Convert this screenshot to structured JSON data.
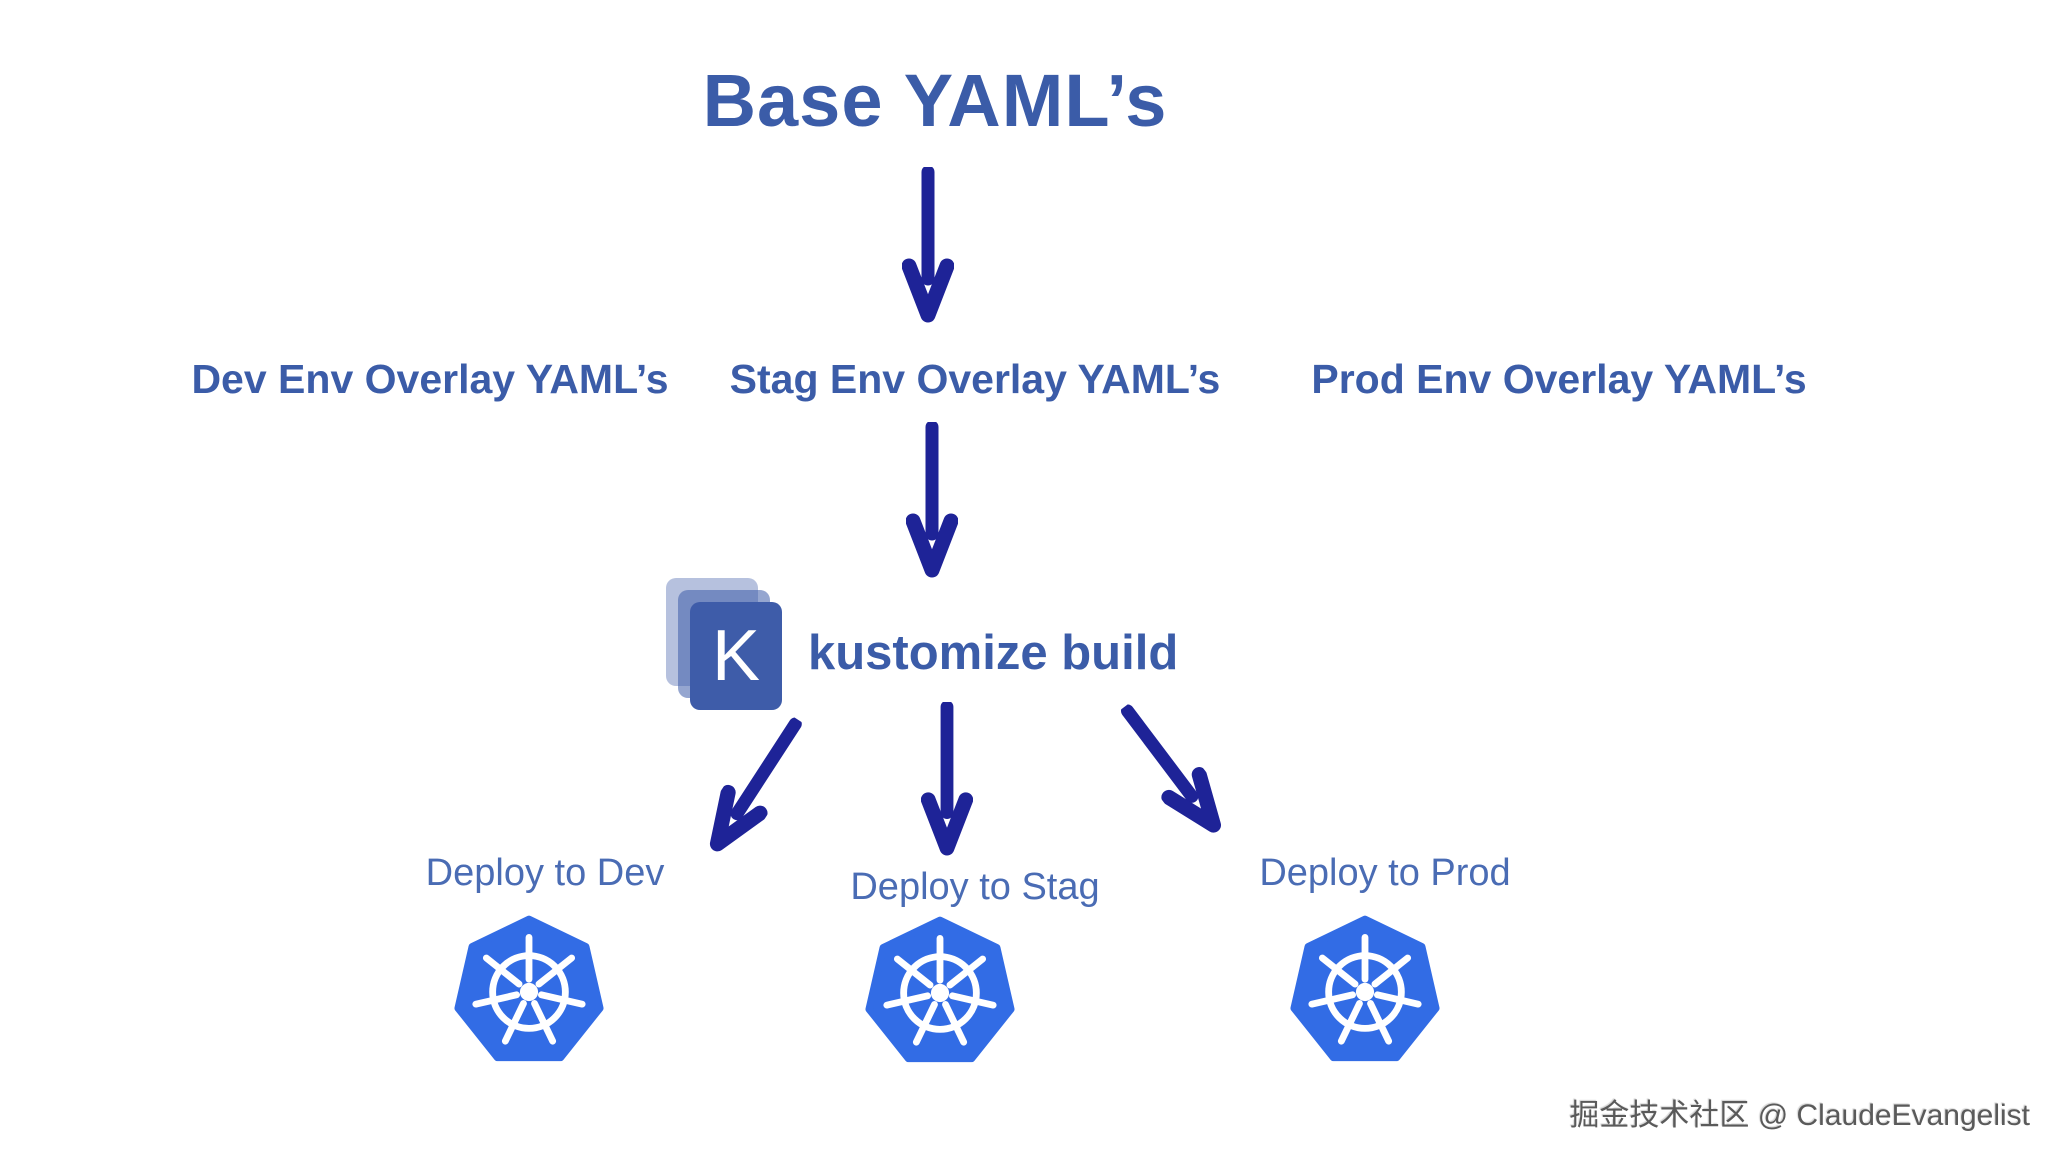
{
  "diagram": {
    "title": "Base YAML’s",
    "overlays": [
      {
        "id": "dev",
        "label": "Dev Env Overlay YAML’s"
      },
      {
        "id": "stag",
        "label": "Stag Env Overlay YAML’s"
      },
      {
        "id": "prod",
        "label": "Prod Env Overlay YAML’s"
      }
    ],
    "tool": {
      "label": "kustomize build",
      "icon": "kustomize-layers-icon",
      "icon_letter": "K"
    },
    "deploy_targets": [
      {
        "id": "dev",
        "label": "Deploy to Dev",
        "icon": "kubernetes-icon"
      },
      {
        "id": "stag",
        "label": "Deploy to Stag",
        "icon": "kubernetes-icon"
      },
      {
        "id": "prod",
        "label": "Deploy to Prod",
        "icon": "kubernetes-icon"
      }
    ],
    "edges": [
      {
        "from": "Base YAML’s",
        "to": "Stag Env Overlay YAML’s"
      },
      {
        "from": "Stag Env Overlay YAML’s",
        "to": "kustomize build"
      },
      {
        "from": "kustomize build",
        "to": "Deploy to Dev"
      },
      {
        "from": "kustomize build",
        "to": "Deploy to Stag"
      },
      {
        "from": "kustomize build",
        "to": "Deploy to Prod"
      }
    ],
    "watermark": "掘金技术社区 @ ClaudeEvangelist"
  },
  "colors": {
    "heading_blue": "#3b5ca8",
    "deploy_blue": "#4a6cb4",
    "arrow_navy": "#1e2397",
    "kubernetes_blue": "#326ce5",
    "kustomize_blue": "#3e5ca9",
    "watermark_gray": "#5a5a5a",
    "background": "#ffffff"
  }
}
